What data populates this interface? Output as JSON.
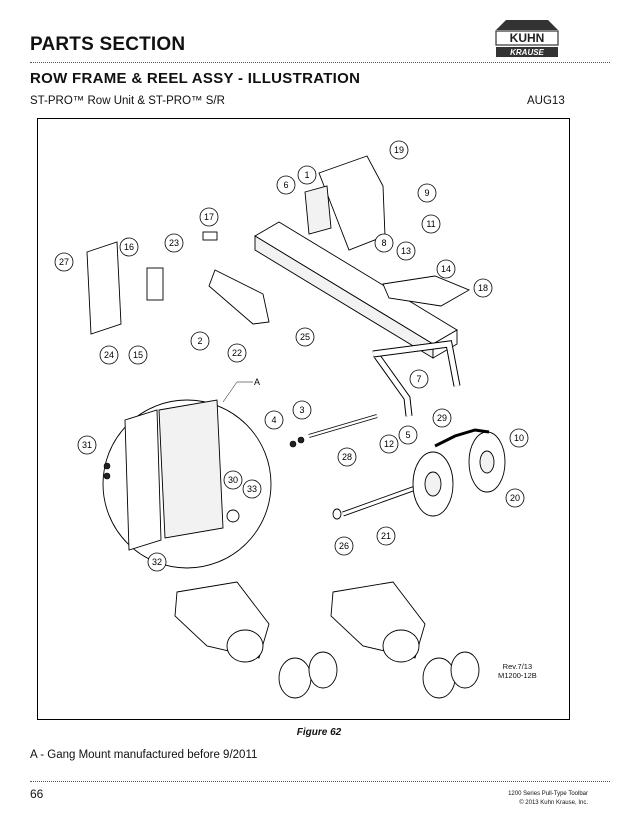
{
  "header": {
    "section_title": "PARTS SECTION",
    "logo": {
      "brand_top": "KUHN",
      "brand_bottom": "KRAUSE",
      "icon": "kuhn-krause-logo"
    },
    "subtitle": "ROW FRAME & REEL ASSY - ILLUSTRATION",
    "model": "ST-PRO™ Row Unit & ST-PRO™ S/R",
    "date": "AUG13"
  },
  "illustration": {
    "detail_label": "A",
    "callouts": [
      "19",
      "1",
      "6",
      "9",
      "11",
      "17",
      "8",
      "13",
      "16",
      "23",
      "27",
      "14",
      "18",
      "25",
      "2",
      "22",
      "24",
      "15",
      "7",
      "3",
      "4",
      "29",
      "10",
      "5",
      "12",
      "28",
      "31",
      "30",
      "33",
      "20",
      "21",
      "26",
      "32"
    ],
    "revision": [
      "Rev.7/13",
      "M1200-12B"
    ]
  },
  "caption": "Figure 62",
  "note": "A - Gang Mount manufactured before 9/2011",
  "footer": {
    "page_number": "66",
    "doc_title": "1200 Series Pull-Type Toolbar",
    "copyright": "© 2013 Kuhn Krause, Inc."
  }
}
